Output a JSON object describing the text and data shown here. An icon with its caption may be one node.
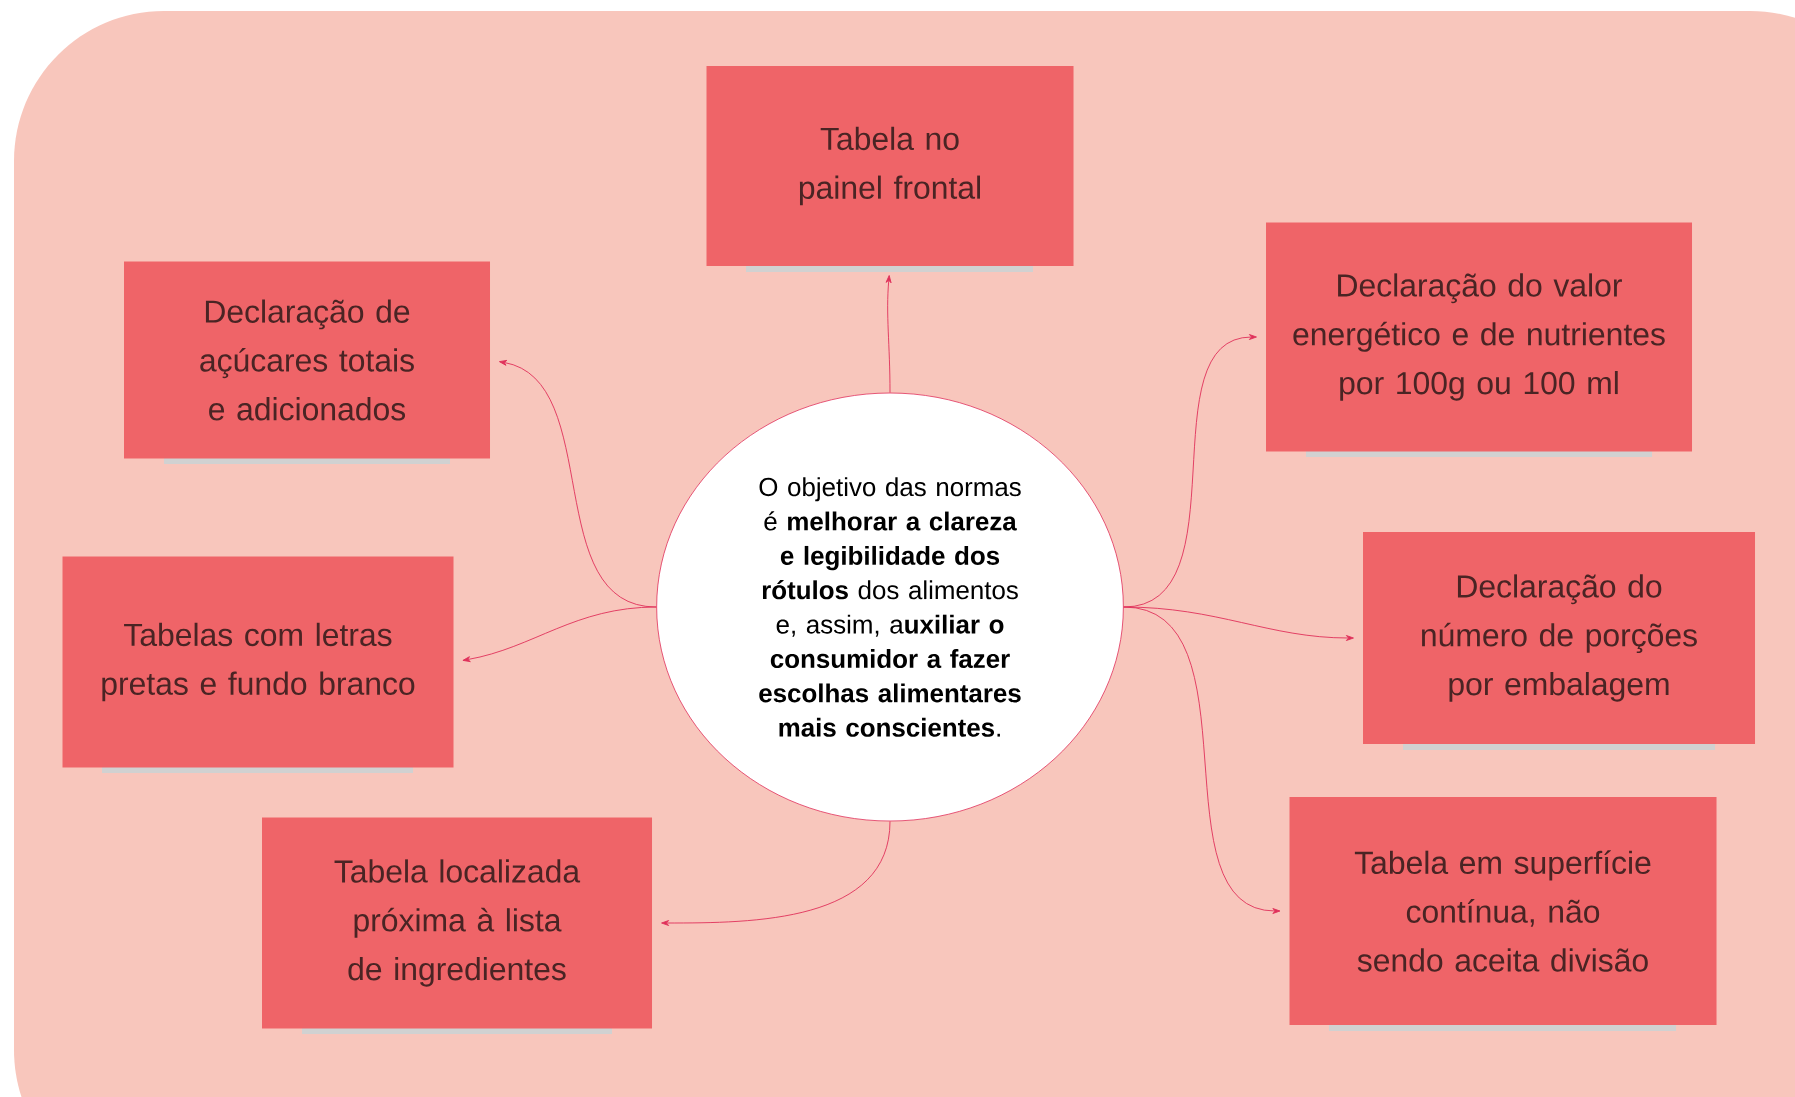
{
  "diagram": {
    "nodes": [
      {
        "text": [
          "O objetivo das normas é **melhorar a clareza e legibilidade dos rótulos** dos alimentos e, assim, a**uxiliar o consumidor a fazer escolhas alimentares mais conscientes**."
        ]
      },
      {
        "text": [
          "Tabela no painel frontal"
        ]
      },
      {
        "text": [
          "Declaração de açúcares totais e adicionados"
        ]
      },
      {
        "text": [
          "Declaração do valor energético e de nutrientes por 100g ou 100 ml"
        ]
      },
      {
        "text": [
          "Tabelas com letras pretas e fundo branco"
        ]
      },
      {
        "text": [
          "Declaração do número de porções por embalagem"
        ]
      },
      {
        "text": [
          "Tabela localizada próxima à lista de ingredientes"
        ]
      },
      {
        "text": [
          "Tabela em superfície contínua, não sendo aceita divisão"
        ]
      }
    ],
    "edges": [
      {
        "from": 0,
        "to": 1,
        "arrow": "to"
      },
      {
        "from": 0,
        "to": 2,
        "arrow": "to"
      },
      {
        "from": 0,
        "to": 3,
        "arrow": "to"
      },
      {
        "from": 0,
        "to": 4,
        "arrow": "to"
      },
      {
        "from": 0,
        "to": 5,
        "arrow": "to"
      },
      {
        "from": 0,
        "to": 6,
        "arrow": "to"
      },
      {
        "from": 0,
        "to": 7,
        "arrow": "to"
      }
    ]
  }
}
